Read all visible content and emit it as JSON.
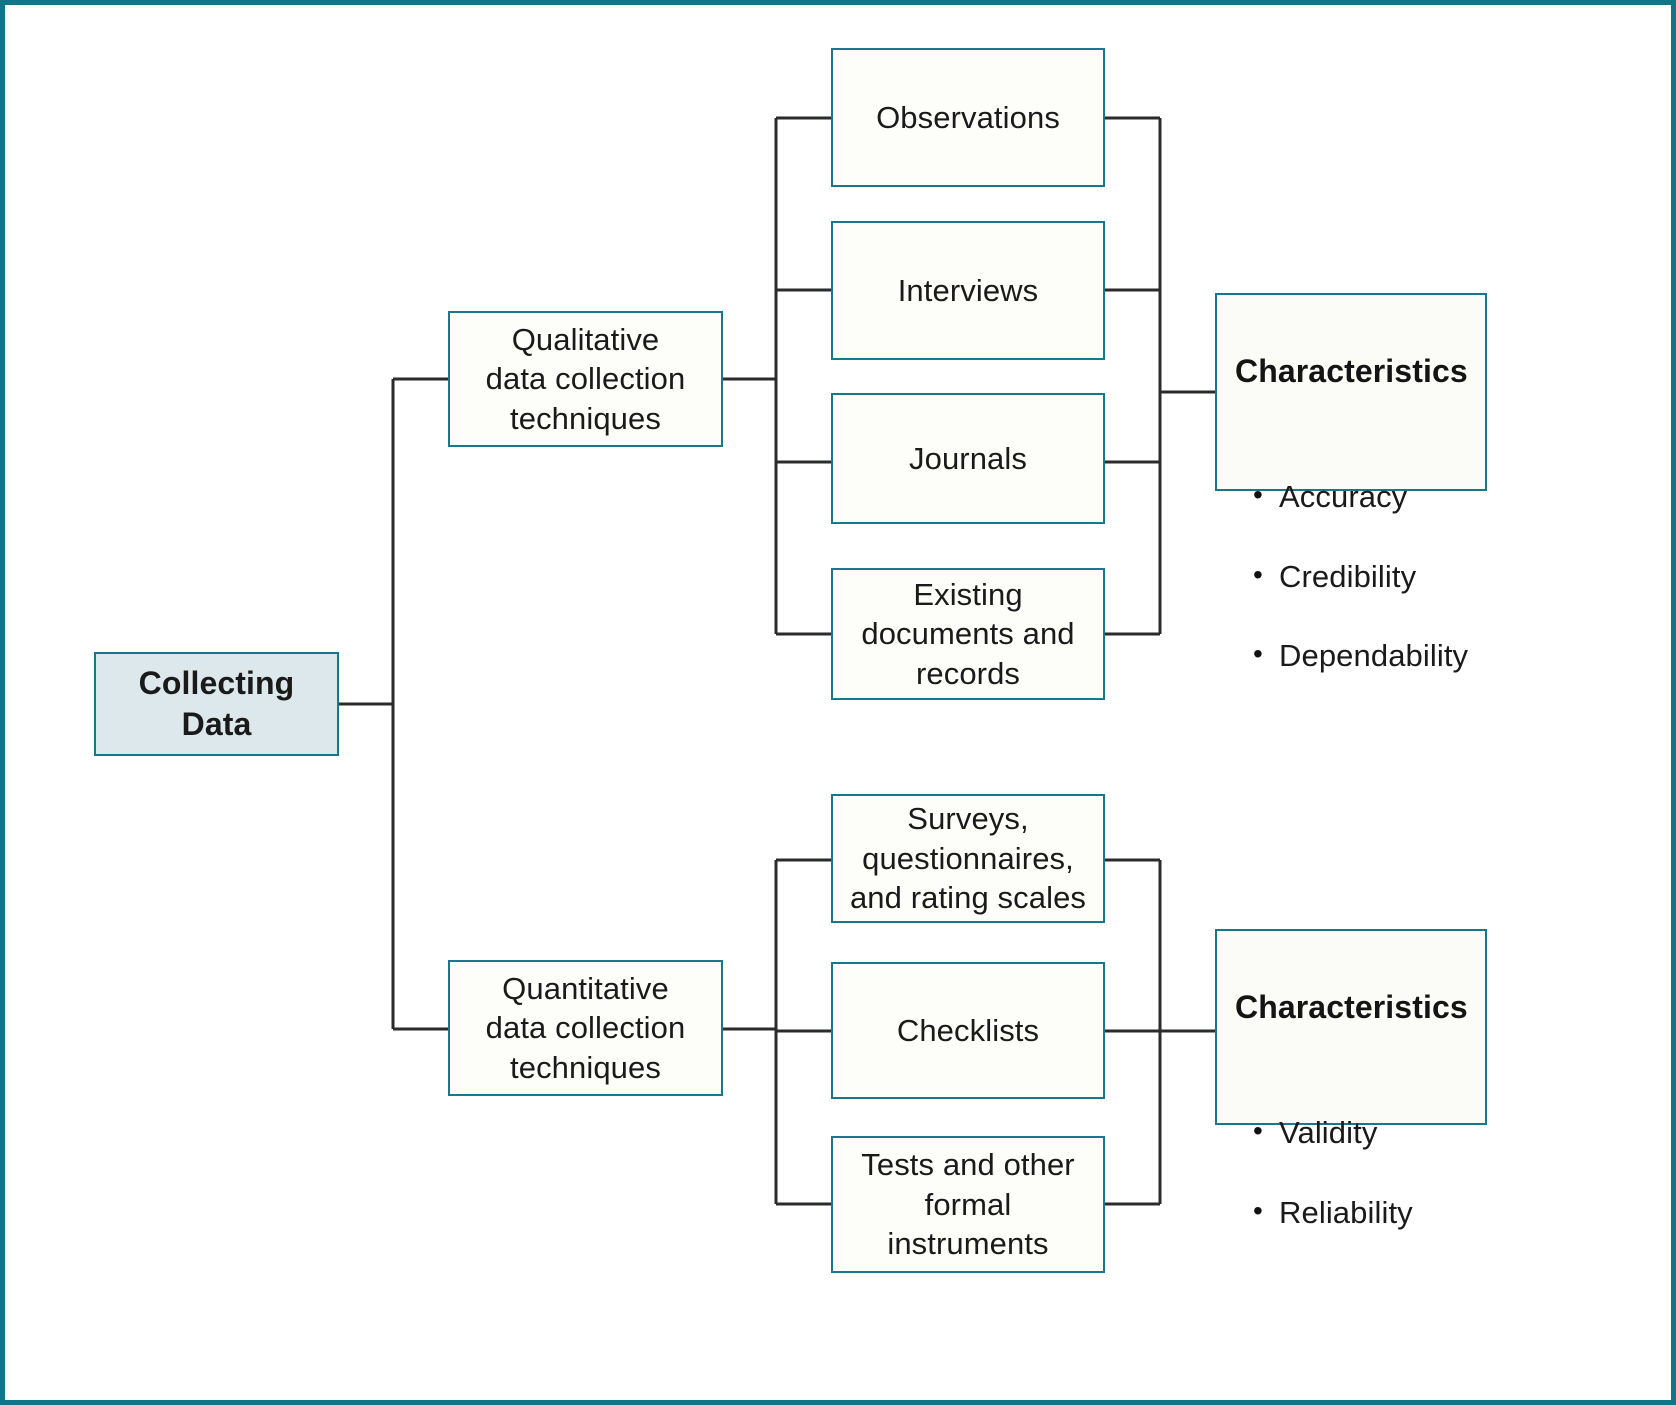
{
  "diagram": {
    "type": "hierarchical-flowchart",
    "title": "Collecting Data",
    "border_color": "#107687",
    "node_border_color": "#17788c",
    "root_fill_color": "#dce8ec",
    "node_fill_color": "#fdfdfa",
    "connector_color": "#2b2b2b",
    "root": {
      "label": "Collecting\nData"
    },
    "branches": [
      {
        "id": "qualitative",
        "label": "Qualitative\ndata collection\ntechniques",
        "techniques": [
          {
            "id": "observations",
            "label": "Observations"
          },
          {
            "id": "interviews",
            "label": "Interviews"
          },
          {
            "id": "journals",
            "label": "Journals"
          },
          {
            "id": "existing-documents",
            "label": "Existing\ndocuments and\nrecords"
          }
        ],
        "characteristics": {
          "title": "Characteristics",
          "items": [
            "Accuracy",
            "Credibility",
            "Dependability"
          ]
        }
      },
      {
        "id": "quantitative",
        "label": "Quantitative\ndata collection\ntechniques",
        "techniques": [
          {
            "id": "surveys",
            "label": "Surveys,\nquestionnaires,\nand rating scales"
          },
          {
            "id": "checklists",
            "label": "Checklists"
          },
          {
            "id": "tests",
            "label": "Tests and other\nformal\ninstruments"
          }
        ],
        "characteristics": {
          "title": "Characteristics",
          "items": [
            "Validity",
            "Reliability"
          ]
        }
      }
    ]
  }
}
